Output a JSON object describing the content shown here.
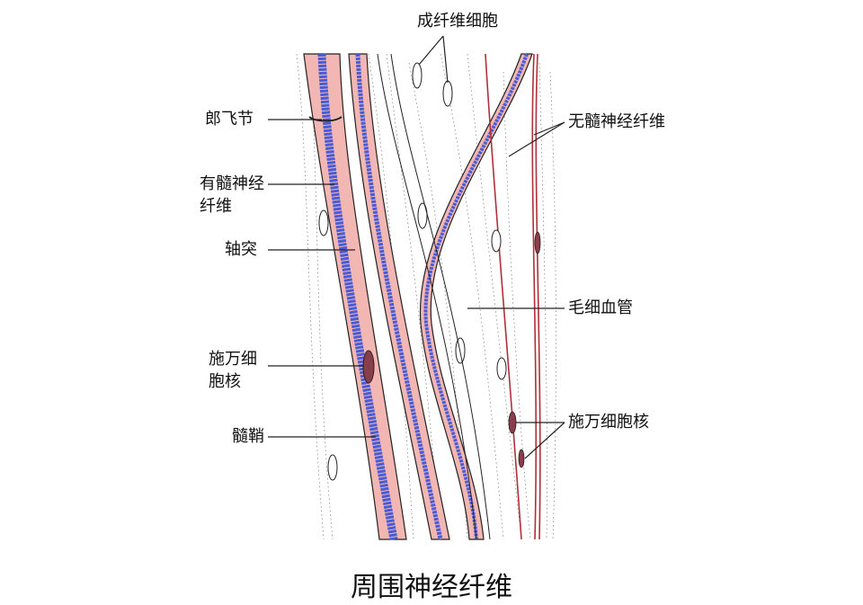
{
  "caption": "周围神经纤维",
  "labels": {
    "fibroblast": "成纤维细胞",
    "node_of_ranvier": "郎飞节",
    "myelinated_fiber_line1": "有髓神经",
    "myelinated_fiber_line2": "纤维",
    "axon": "轴突",
    "schwann_nucleus_left_line1": "施万细",
    "schwann_nucleus_left_line2": "胞核",
    "myelin_sheath": "髓鞘",
    "unmyelinated_fiber": "无髓神经纤维",
    "capillary": "毛细血管",
    "schwann_nucleus_right": "施万细胞核"
  },
  "colors": {
    "myelin": "#f2b7b3",
    "axon": "#4a5bd6",
    "unmyelinated": "#b0303a",
    "ink": "#222222"
  }
}
